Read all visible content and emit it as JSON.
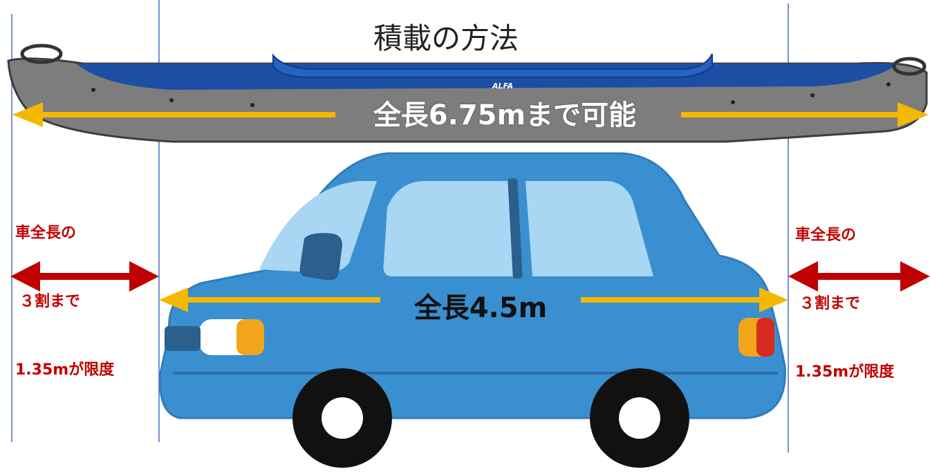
{
  "title": "積載の方法",
  "kayak": {
    "length_label": "全長6.75mまで可能",
    "brand_mark": "ALFA"
  },
  "car": {
    "length_label": "全長4.5m"
  },
  "overhang_left": {
    "line1": "車全長の",
    "line2": "３割まで",
    "line3": "1.35mが限度"
  },
  "overhang_right": {
    "line1": "車全長の",
    "line2": "３割まで",
    "line3": "1.35mが限度"
  },
  "colors": {
    "kayak_hull": "#7d7d7d",
    "kayak_deck": "#1c4fa3",
    "car_body": "#3a8fd1",
    "car_window": "#a9d6f2",
    "length_arrow": "#f5b800",
    "limit_arrow": "#c00000",
    "guide_line": "#4a68c8"
  }
}
